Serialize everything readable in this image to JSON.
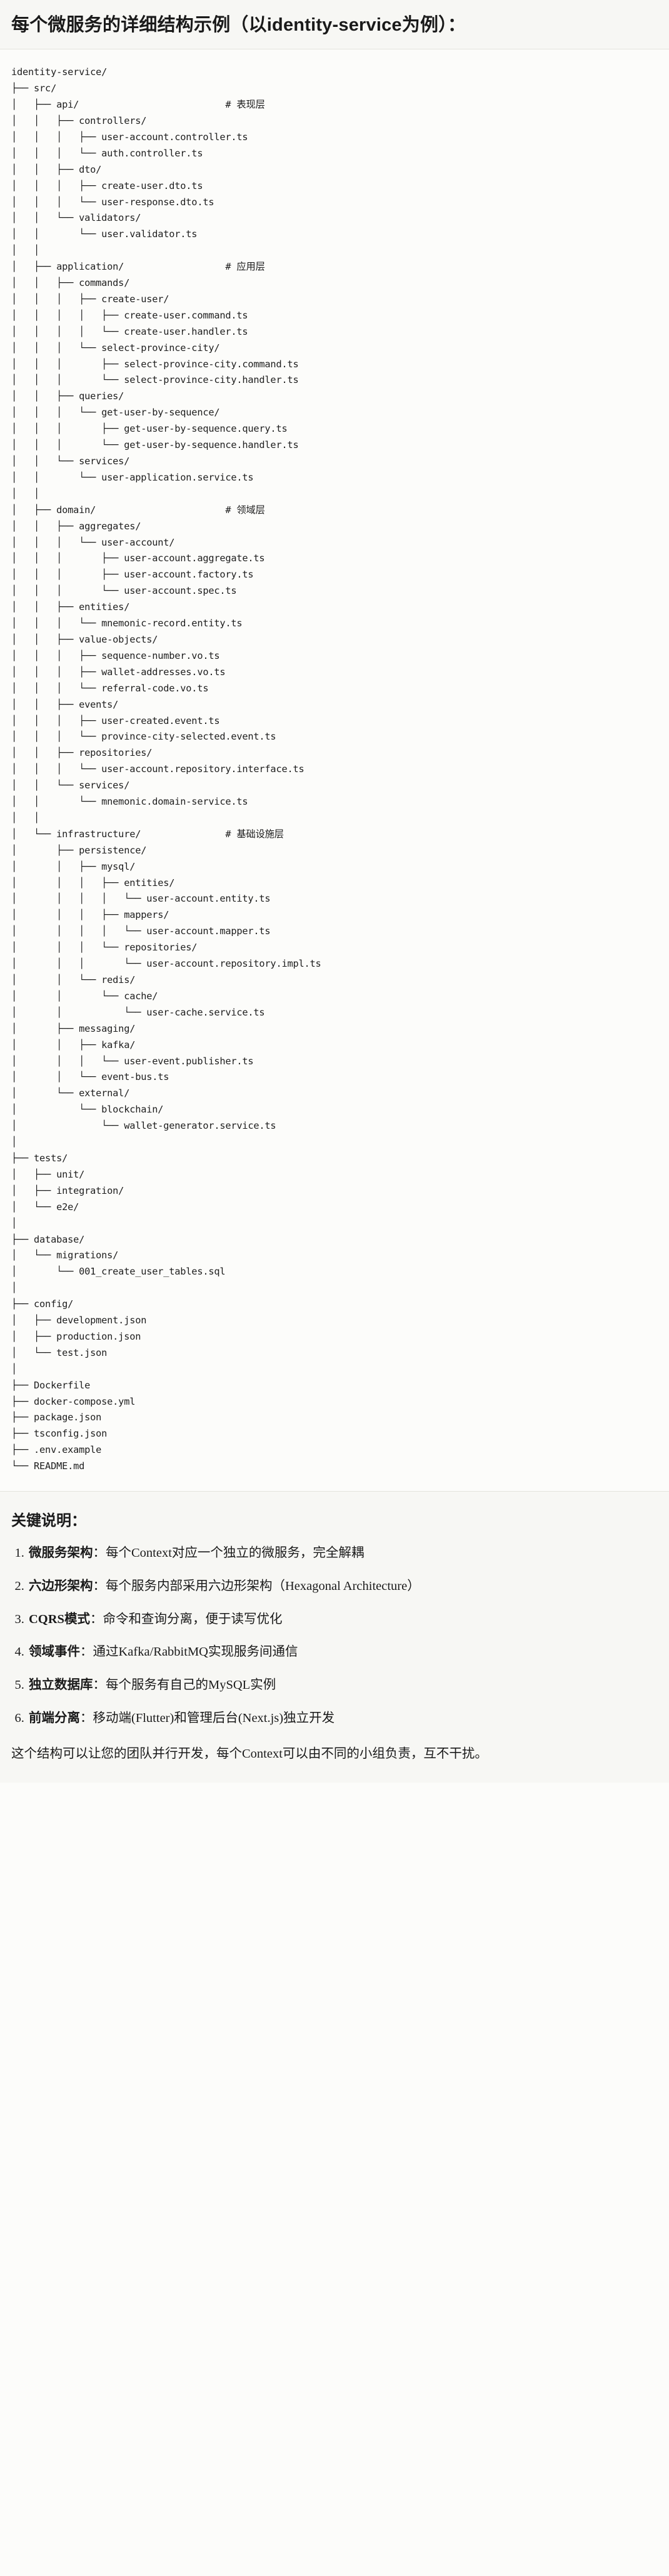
{
  "header": {
    "title": "每个微服务的详细结构示例（以identity-service为例）："
  },
  "tree": {
    "root": "identity-service/",
    "text": "identity-service/\n├── src/\n│   ├── api/                          # 表现层\n│   │   ├── controllers/\n│   │   │   ├── user-account.controller.ts\n│   │   │   └── auth.controller.ts\n│   │   ├── dto/\n│   │   │   ├── create-user.dto.ts\n│   │   │   └── user-response.dto.ts\n│   │   └── validators/\n│   │       └── user.validator.ts\n│   │\n│   ├── application/                  # 应用层\n│   │   ├── commands/\n│   │   │   ├── create-user/\n│   │   │   │   ├── create-user.command.ts\n│   │   │   │   └── create-user.handler.ts\n│   │   │   └── select-province-city/\n│   │   │       ├── select-province-city.command.ts\n│   │   │       └── select-province-city.handler.ts\n│   │   ├── queries/\n│   │   │   └── get-user-by-sequence/\n│   │   │       ├── get-user-by-sequence.query.ts\n│   │   │       └── get-user-by-sequence.handler.ts\n│   │   └── services/\n│   │       └── user-application.service.ts\n│   │\n│   ├── domain/                       # 领域层\n│   │   ├── aggregates/\n│   │   │   └── user-account/\n│   │   │       ├── user-account.aggregate.ts\n│   │   │       ├── user-account.factory.ts\n│   │   │       └── user-account.spec.ts\n│   │   ├── entities/\n│   │   │   └── mnemonic-record.entity.ts\n│   │   ├── value-objects/\n│   │   │   ├── sequence-number.vo.ts\n│   │   │   ├── wallet-addresses.vo.ts\n│   │   │   └── referral-code.vo.ts\n│   │   ├── events/\n│   │   │   ├── user-created.event.ts\n│   │   │   └── province-city-selected.event.ts\n│   │   ├── repositories/\n│   │   │   └── user-account.repository.interface.ts\n│   │   └── services/\n│   │       └── mnemonic.domain-service.ts\n│   │\n│   └── infrastructure/               # 基础设施层\n│       ├── persistence/\n│       │   ├── mysql/\n│       │   │   ├── entities/\n│       │   │   │   └── user-account.entity.ts\n│       │   │   ├── mappers/\n│       │   │   │   └── user-account.mapper.ts\n│       │   │   └── repositories/\n│       │   │       └── user-account.repository.impl.ts\n│       │   └── redis/\n│       │       └── cache/\n│       │           └── user-cache.service.ts\n│       ├── messaging/\n│       │   ├── kafka/\n│       │   │   └── user-event.publisher.ts\n│       │   └── event-bus.ts\n│       └── external/\n│           └── blockchain/\n│               └── wallet-generator.service.ts\n│\n├── tests/\n│   ├── unit/\n│   ├── integration/\n│   └── e2e/\n│\n├── database/\n│   └── migrations/\n│       └── 001_create_user_tables.sql\n│\n├── config/\n│   ├── development.json\n│   ├── production.json\n│   └── test.json\n│\n├── Dockerfile\n├── docker-compose.yml\n├── package.json\n├── tsconfig.json\n├── .env.example\n└── README.md",
    "layer_comments": [
      "# 表现层",
      "# 应用层",
      "# 领域层",
      "# 基础设施层"
    ]
  },
  "notes": {
    "heading": "关键说明：",
    "items": [
      "微服务架构：每个Context对应一个独立的微服务，完全解耦",
      "六边形架构：每个服务内部采用六边形架构（Hexagonal Architecture）",
      "CQRS模式：命令和查询分离，便于读写优化",
      "领域事件：通过Kafka/RabbitMQ实现服务间通信",
      "独立数据库：每个服务有自己的MySQL实例",
      "前端分离：移动端(Flutter)和管理后台(Next.js)独立开发"
    ],
    "items_bold": [
      "微服务架构",
      "六边形架构",
      "CQRS模式",
      "领域事件",
      "独立数据库",
      "前端分离"
    ],
    "items_rest": [
      "：每个Context对应一个独立的微服务，完全解耦",
      "：每个服务内部采用六边形架构（Hexagonal Architecture）",
      "：命令和查询分离，便于读写优化",
      "：通过Kafka/RabbitMQ实现服务间通信",
      "：每个服务有自己的MySQL实例",
      "：移动端(Flutter)和管理后台(Next.js)独立开发"
    ],
    "closing": "这个结构可以让您的团队并行开发，每个Context可以由不同的小组负责，互不干扰。"
  },
  "colors": {
    "page_bg": "#fcfcfa",
    "panel_bg": "#f7f7f4",
    "text": "#1a1a1a",
    "rule": "#e3e3de"
  }
}
